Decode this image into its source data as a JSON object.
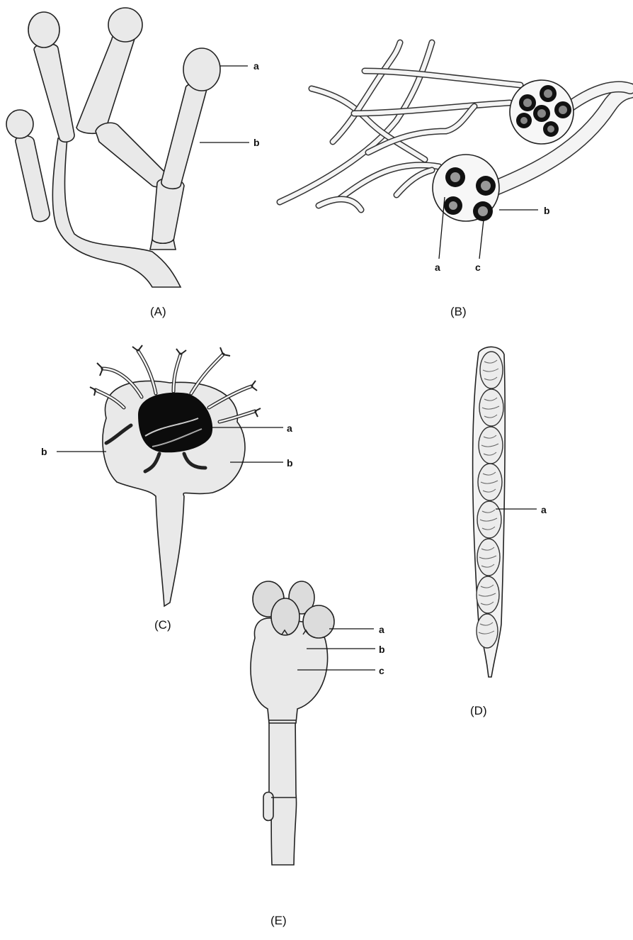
{
  "panels": {
    "A": {
      "caption": "(A)",
      "labels": {
        "a": "a",
        "b": "b"
      }
    },
    "B": {
      "caption": "(B)",
      "labels": {
        "a": "a",
        "b": "b",
        "c": "c"
      }
    },
    "C": {
      "caption": "(C)",
      "labels": {
        "a": "a",
        "b_left": "b",
        "b_right": "b"
      }
    },
    "D": {
      "caption": "(D)",
      "labels": {
        "a": "a"
      }
    },
    "E": {
      "caption": "(E)",
      "labels": {
        "a": "a",
        "b": "b",
        "c": "c"
      }
    }
  }
}
